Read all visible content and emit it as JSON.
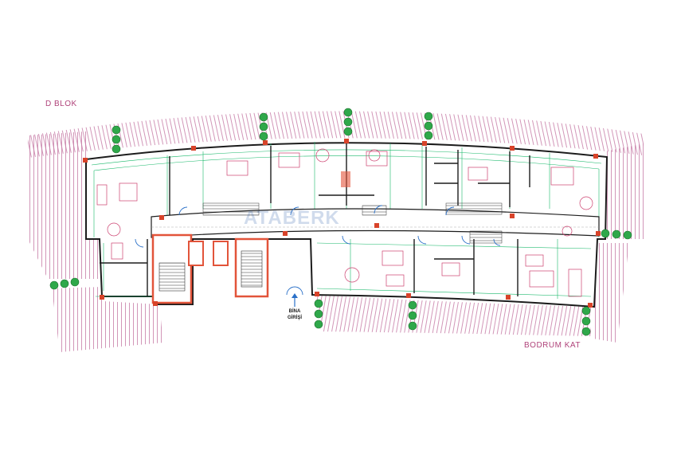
{
  "labels": {
    "block": "D BLOK",
    "floor": "BODRUM KAT",
    "entrance_line1": "BİNA",
    "entrance_line2": "GİRİŞİ",
    "watermark": "ATABERK"
  },
  "colors": {
    "hatch": "#c77ba6",
    "wall": "#1c1c1c",
    "dimension": "#18b86a",
    "stair_core": "#e2543a",
    "column": "#d8432a",
    "door": "#2a70c8",
    "tree": "#2fa84a",
    "label": "#b0437a"
  }
}
